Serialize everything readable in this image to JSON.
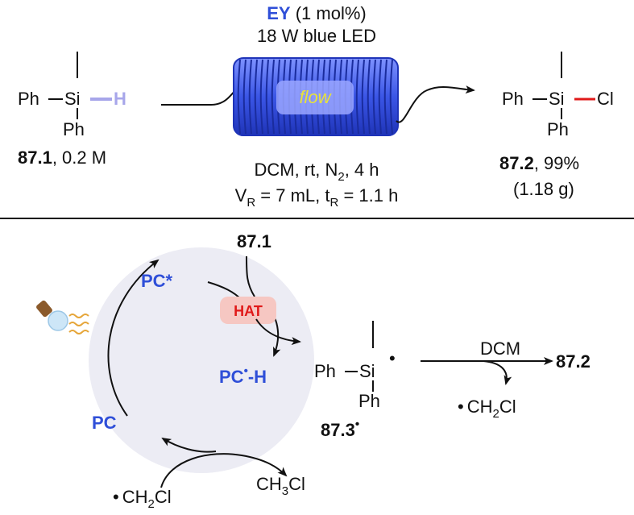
{
  "colors": {
    "catalyst_blue": "#2f4fd8",
    "bond_red": "#e01919",
    "bond_lavender": "#a7a6ea",
    "coil_blue": "#3b56e6",
    "hat_bg": "#f6c7c2",
    "hat_text": "#e01919",
    "cycle_fill": "#ececf4",
    "flow_text": "#e8e23a"
  },
  "reaction": {
    "conditions_top": {
      "catalyst": "EY",
      "loading": " (1 mol%)",
      "light": "18 W blue LED"
    },
    "flow_label": "flow",
    "conditions_bottom": {
      "line1_a": "DCM, rt, N",
      "line1_n2_sub": "2",
      "line1_b": ", 4 h",
      "line2_v": "V",
      "line2_v_sub": "R",
      "line2_mid": " = 7 mL, t",
      "line2_t_sub": "R",
      "line2_end": " = 1.1 h"
    },
    "reactant": {
      "ph_left": "Ph",
      "si": "Si",
      "h": "H",
      "ph_bottom": "Ph",
      "id": "87.1",
      "conc": ", 0.2 M"
    },
    "product": {
      "ph_left": "Ph",
      "si": "Si",
      "cl": "Cl",
      "ph_bottom": "Ph",
      "id": "87.2",
      "yield": ", 99%",
      "mass": "(1.18 g)"
    }
  },
  "mechanism": {
    "substrate": "87.1",
    "pc_star": "PC*",
    "hat": "HAT",
    "pc_h": {
      "a": "PC",
      "dot": "•",
      "b": "-H"
    },
    "pc": "PC",
    "radical": {
      "ph_left": "Ph",
      "si": "Si",
      "ph_bottom": "Ph",
      "dot": "•",
      "id": "87.3",
      "id_dot": "•"
    },
    "dcm_label": "DCM",
    "product": "87.2",
    "byproduct_right": {
      "dot": "•",
      "a": "CH",
      "sub": "2",
      "b": "Cl"
    },
    "byproduct_left": {
      "dot": "•",
      "a": "CH",
      "sub": "2",
      "b": "Cl"
    },
    "ch3cl": {
      "a": "CH",
      "sub": "3",
      "b": "Cl"
    }
  }
}
